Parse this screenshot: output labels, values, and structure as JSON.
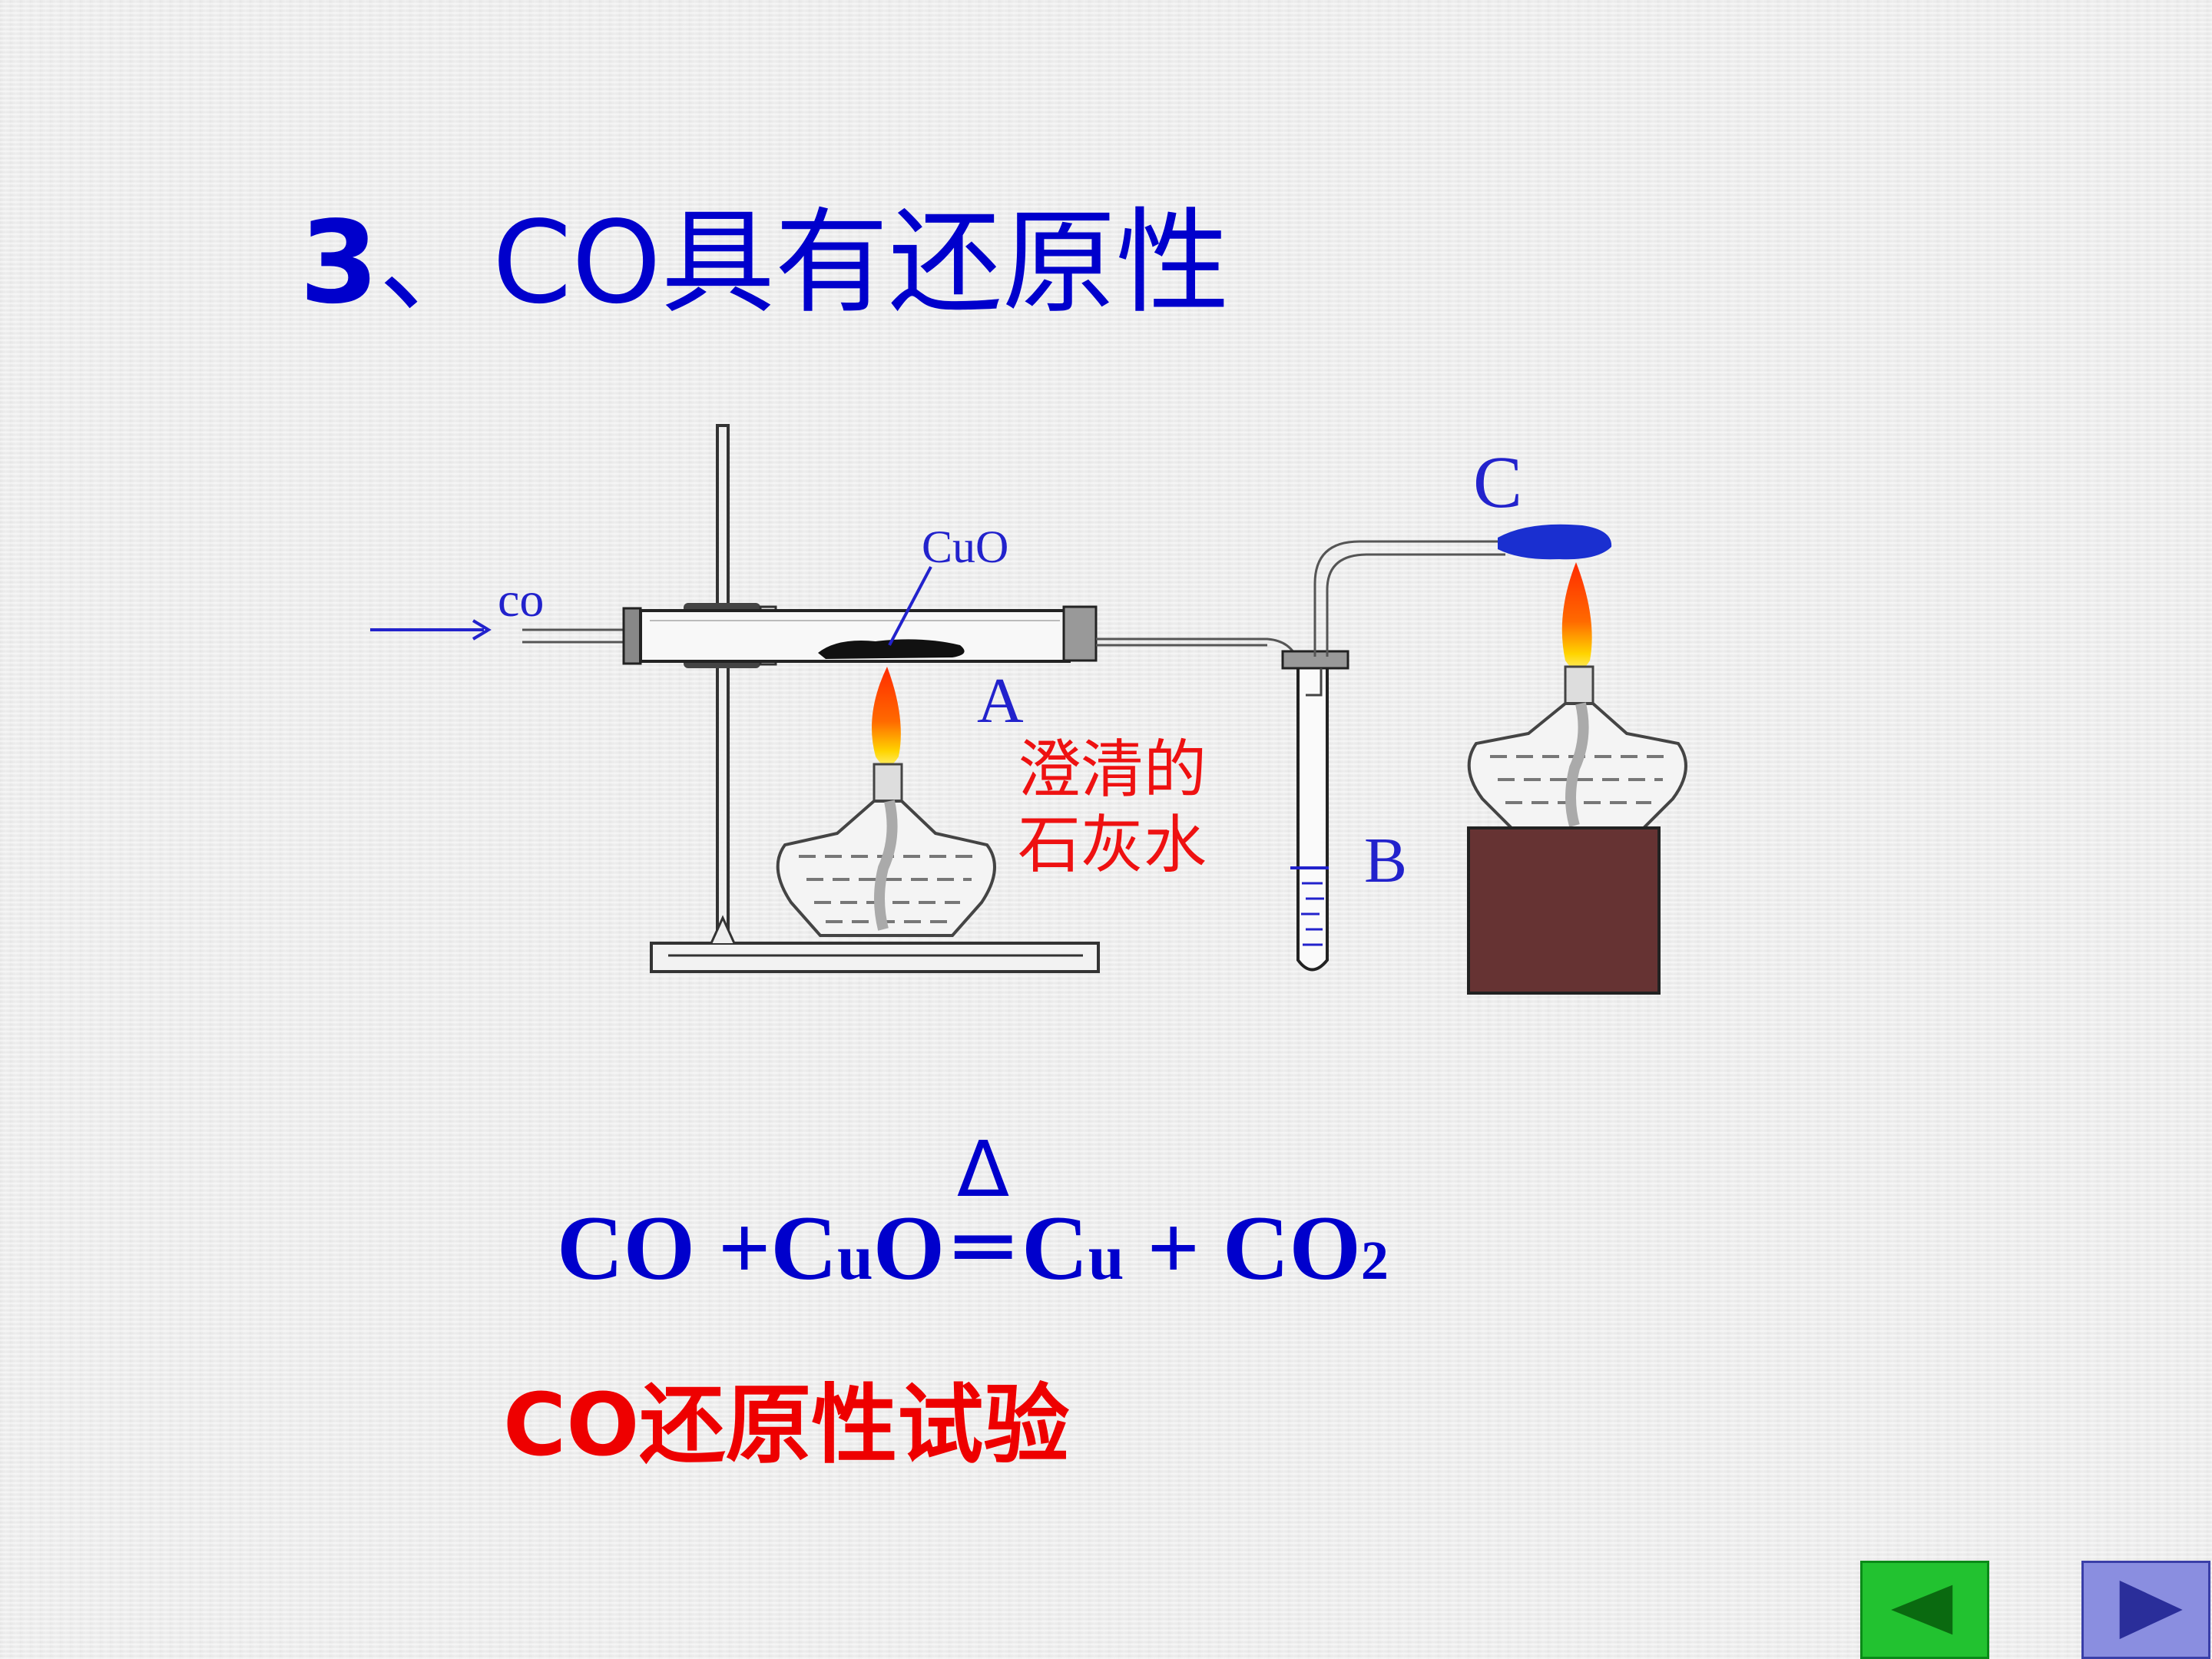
{
  "title": {
    "number": "3",
    "text": "、CO具有还原性"
  },
  "diagram": {
    "labels": {
      "co_inlet": "co",
      "cuo": "CuO",
      "a": "A",
      "limewater_line1": "澄清的",
      "limewater_line2": "石灰水",
      "b": "B",
      "c": "C"
    }
  },
  "equation": {
    "left1": "CO +C",
    "left1_u": "u",
    "left1_o": "O",
    "condition": "Δ",
    "equals": "═",
    "right1_c": "C",
    "right1_u": "u",
    "plus": " + ",
    "right2": "CO",
    "right2_sub": "2"
  },
  "caption": "CO还原性试验",
  "nav": {
    "prev_icon": "triangle-left-icon",
    "next_icon": "triangle-right-icon"
  },
  "colors": {
    "title": "#0000cc",
    "caption": "#ee0000",
    "equation": "#0000cc",
    "box": "#663333"
  }
}
